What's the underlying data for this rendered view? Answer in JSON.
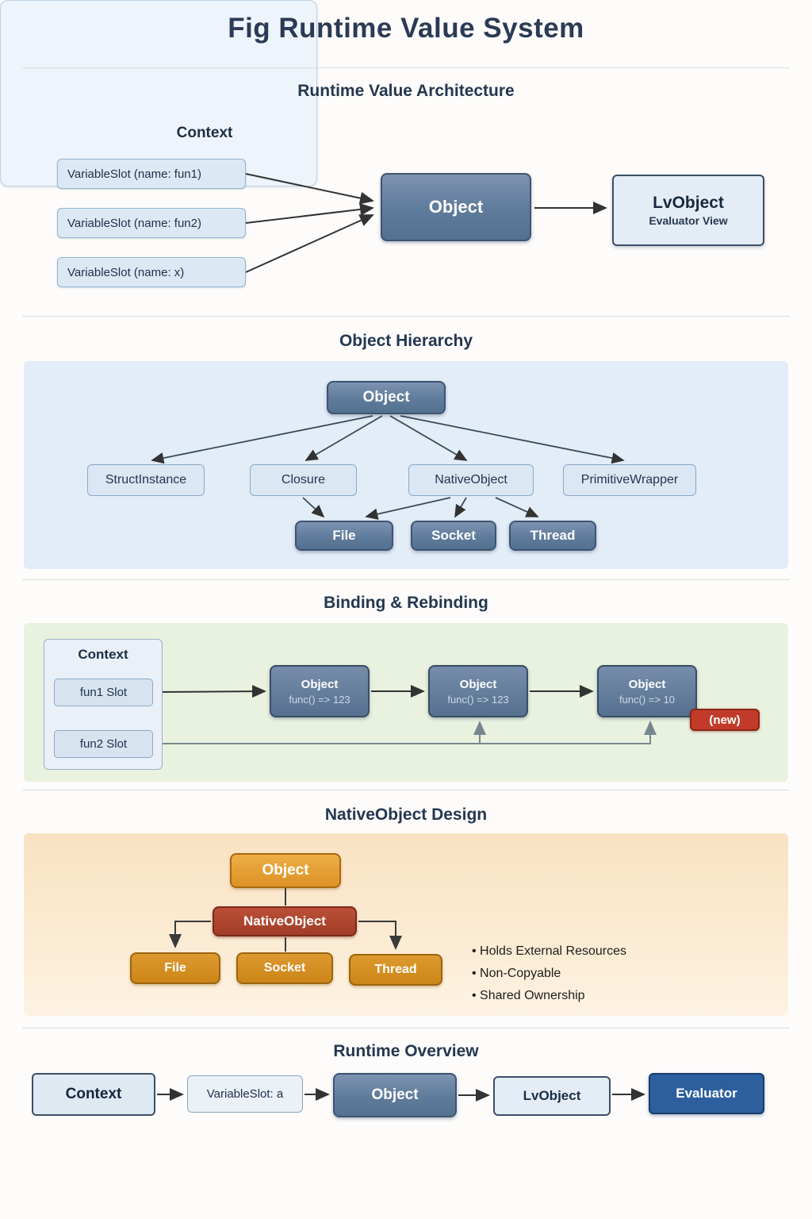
{
  "title": "Fig Runtime Value System",
  "colors": {
    "node_dark": "#5f7b9b",
    "node_light": "#dbe7f3",
    "panel_blue": "#e3edf8",
    "panel_green": "#e9f2df",
    "panel_orange": "#f9e2c2",
    "orange_node": "#dd9225",
    "red_node": "#a23d29",
    "new_badge_red": "#c23b2a",
    "evaluator_blue": "#2d5f9e"
  },
  "sections": {
    "arch": {
      "heading": "Runtime Value Architecture",
      "context_label": "Context",
      "slots": [
        "VariableSlot (name: fun1)",
        "VariableSlot (name: fun2)",
        "VariableSlot (name: x)"
      ],
      "object_label": "Object",
      "lvobject_title": "LvObject",
      "lvobject_subtitle": "Evaluator View"
    },
    "hierarchy": {
      "heading": "Object Hierarchy",
      "root": "Object",
      "children": [
        "StructInstance",
        "Closure",
        "NativeObject",
        "PrimitiveWrapper"
      ],
      "natives": [
        "File",
        "Socket",
        "Thread"
      ]
    },
    "binding": {
      "heading": "Binding & Rebinding",
      "context_label": "Context",
      "slots": [
        "fun1 Slot",
        "fun2 Slot"
      ],
      "objects": [
        {
          "title": "Object",
          "value": "func() => 123"
        },
        {
          "title": "Object",
          "value": "func() => 123"
        },
        {
          "title": "Object",
          "value": "func() => 10"
        }
      ],
      "new_badge": "(new)"
    },
    "native": {
      "heading": "NativeObject Design",
      "object": "Object",
      "native_object": "NativeObject",
      "leaves": [
        "File",
        "Socket",
        "Thread"
      ],
      "bullets": [
        "Holds External Resources",
        "Non-Copyable",
        "Shared Ownership"
      ]
    },
    "overview": {
      "heading": "Runtime Overview",
      "nodes": [
        "Context",
        "VariableSlot: a",
        "Object",
        "LvObject",
        "Evaluator"
      ]
    }
  }
}
